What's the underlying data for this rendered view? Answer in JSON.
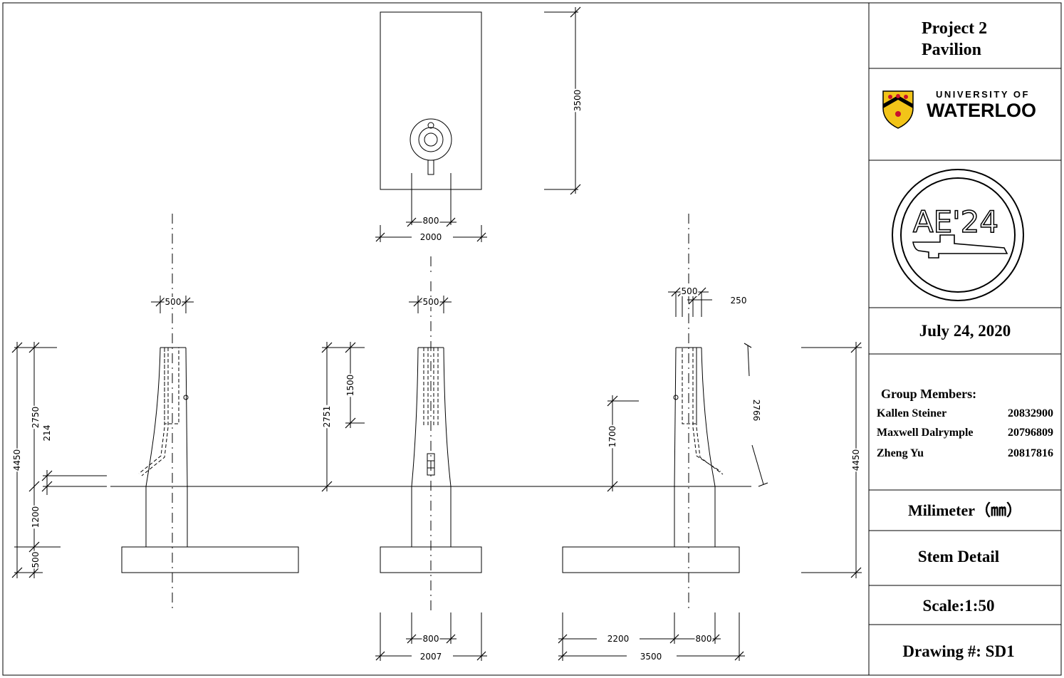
{
  "title_block": {
    "project_line1": "Project 2",
    "project_line2": "Pavilion",
    "university_line1": "UNIVERSITY OF",
    "university_line2": "WATERLOO",
    "class_logo_text": "AE'24",
    "date": "July 24, 2020",
    "group_heading": "Group Members:",
    "members": [
      {
        "name": "Kallen Steiner",
        "id": "20832900"
      },
      {
        "name": "Maxwell Dalrymple",
        "id": "20796809"
      },
      {
        "name": "Zheng Yu",
        "id": "20817816"
      }
    ],
    "units": "Milimeter（㎜）",
    "drawing_title": "Stem Detail",
    "scale": "Scale:1:50",
    "drawing_number": "Drawing #: SD1"
  },
  "dimensions": {
    "plan_height": "3500",
    "plan_inner_width": "800",
    "plan_width": "2000",
    "left_top_width": "500",
    "left_stem_height": "2750",
    "left_offset": "214",
    "left_total": "4450",
    "left_embed": "1200",
    "left_footing": "500",
    "mid_top_width": "500",
    "mid_stem_height": "2751",
    "mid_rebar_height": "1500",
    "mid_inner_width": "800",
    "mid_footing_width": "2007",
    "right_top_width": "500",
    "right_cover": "250",
    "right_arc_length": "2766",
    "right_mark_height": "1700",
    "right_total": "4450",
    "right_offset": "2200",
    "right_inner_width": "800",
    "right_footing_width": "3500"
  }
}
